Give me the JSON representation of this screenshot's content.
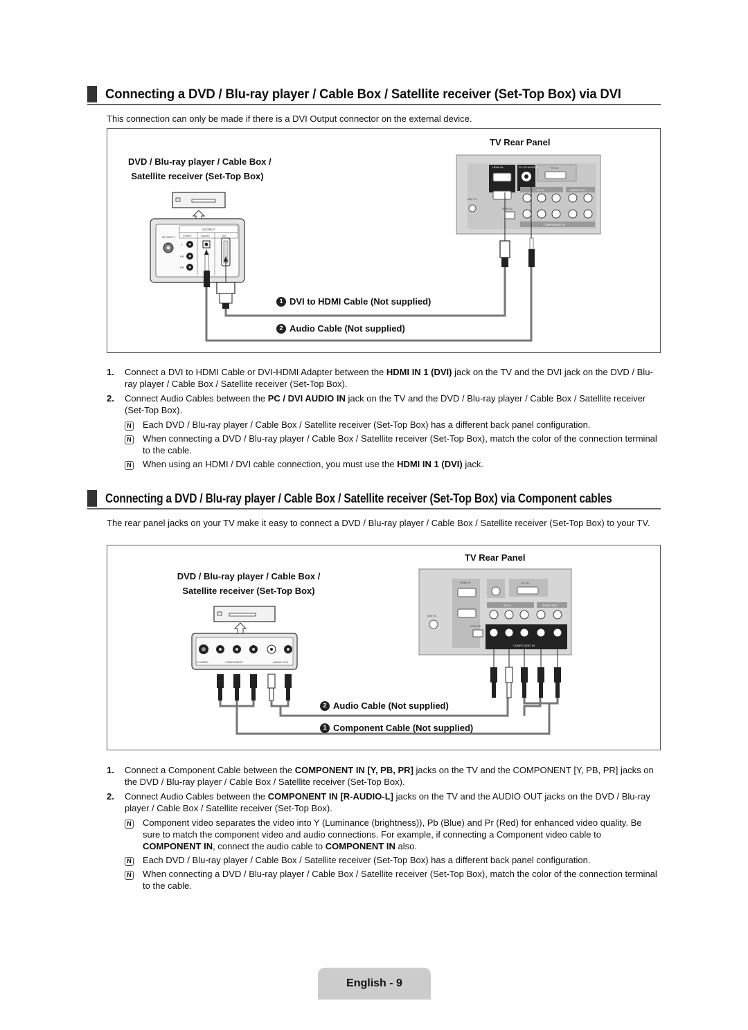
{
  "section1": {
    "title": "Connecting a DVD / Blu-ray player / Cable Box / Satellite receiver (Set-Top Box) via DVI",
    "intro": "This connection can only be made if there is a DVI Output connector on the external device.",
    "tv_label": "TV Rear Panel",
    "device_label_1": "DVD / Blu-ray player / Cable Box /",
    "device_label_2": "Satellite receiver (Set-Top Box)",
    "callout1_num": "1",
    "callout1": "DVI to HDMI Cable (Not supplied)",
    "callout2_num": "2",
    "callout2": "Audio Cable (Not supplied)",
    "steps": [
      {
        "num": "1.",
        "pre": "Connect a DVI to HDMI Cable or DVI-HDMI Adapter between the ",
        "bold": "HDMI IN 1 (DVI)",
        "post": " jack on the TV and the DVI jack on the DVD / Blu-ray player / Cable Box / Satellite receiver (Set-Top Box)."
      },
      {
        "num": "2.",
        "pre": "Connect Audio Cables between the ",
        "bold": "PC / DVI AUDIO IN",
        "post": " jack on the TV and the DVD / Blu-ray player / Cable Box / Satellite receiver (Set-Top Box)."
      }
    ],
    "notes": [
      {
        "pre": "Each DVD / Blu-ray player / Cable Box / Satellite receiver (Set-Top Box) has a different back panel configuration.",
        "bold": "",
        "post": ""
      },
      {
        "pre": "When connecting a DVD / Blu-ray player / Cable Box / Satellite receiver (Set-Top Box), match the color of the connection terminal to the cable.",
        "bold": "",
        "post": ""
      },
      {
        "pre": "When using an HDMI / DVI cable connection, you must use the ",
        "bold": "HDMI IN 1 (DVI)",
        "post": " jack."
      }
    ]
  },
  "section2": {
    "title": "Connecting a DVD / Blu-ray player / Cable Box / Satellite receiver (Set-Top Box) via Component cables",
    "intro": "The rear panel jacks on your TV make it easy to connect a DVD / Blu-ray player / Cable Box / Satellite receiver (Set-Top Box) to your TV.",
    "tv_label": "TV Rear Panel",
    "device_label_1": "DVD / Blu-ray player / Cable Box /",
    "device_label_2": "Satellite receiver (Set-Top Box)",
    "callout1_num": "2",
    "callout1": "Audio Cable (Not supplied)",
    "callout2_num": "1",
    "callout2": "Component Cable (Not supplied)",
    "step1": {
      "num": "1.",
      "pre": "Connect a Component Cable between the ",
      "bold": "COMPONENT IN [Y, PB, PR]",
      "post": " jacks on the TV and the COMPONENT [Y, PB, PR] jacks on the DVD / Blu-ray player / Cable Box / Satellite receiver (Set-Top Box)."
    },
    "step2": {
      "num": "2.",
      "pre": "Connect Audio Cables between the ",
      "bold": "COMPONENT IN [R-AUDIO-L]",
      "post": " jacks on the TV and the AUDIO OUT jacks on the DVD / Blu-ray player / Cable Box / Satellite receiver (Set-Top Box)."
    },
    "note1": {
      "t1": "Component video separates the video into Y (Luminance (brightness)), Pb (Blue) and Pr (Red) for enhanced video quality. Be sure to match the component video and audio connections. For example, if connecting a Component video cable to ",
      "b1": "COMPONENT IN",
      "t2": ", connect the audio cable to ",
      "b2": "COMPONENT IN",
      "t3": " also."
    },
    "note2": "Each DVD / Blu-ray player / Cable Box / Satellite receiver (Set-Top Box) has a different back panel configuration.",
    "note3": "When connecting a DVD / Blu-ray player / Cable Box / Satellite receiver (Set-Top Box), match the color of the connection terminal to the cable."
  },
  "panel_labels": {
    "hdmi_in": "HDMI IN",
    "pc_dvi_audio": "PC / DVI AUDIO IN",
    "pc_in": "PC IN",
    "av_in": "AV IN",
    "audio_out": "AUDIO OUT",
    "component_in": "COMPONENT IN",
    "ant_in": "ANT IN",
    "service": "SERVICE",
    "output": "OUTPUT",
    "video": "VIDEO",
    "audio": "AUDIO",
    "dvi": "DVI",
    "rf_input": "RF INPUT",
    "s_video": "S-VIDEO",
    "component": "COMPONENT",
    "audio_out_dev": "AUDIO OUT"
  },
  "note_icon": "note-icon",
  "footer": "English - 9"
}
